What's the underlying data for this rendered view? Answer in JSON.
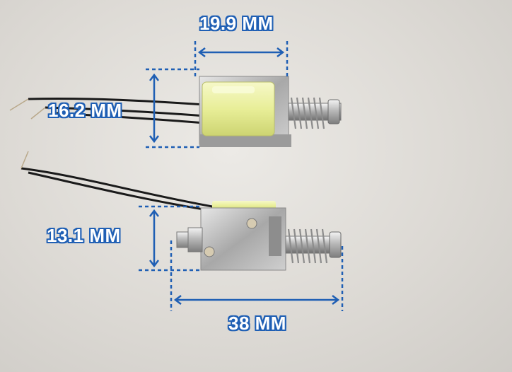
{
  "photo": {
    "background_color": "#dddad5",
    "dimension_color": "#1f5fb4",
    "coil_color": "#ecf0a0"
  },
  "dimensions": {
    "top_width": "19.9 MM",
    "top_height": "16.2 MM",
    "bottom_height": "13.1 MM",
    "bottom_length": "38 MM"
  }
}
